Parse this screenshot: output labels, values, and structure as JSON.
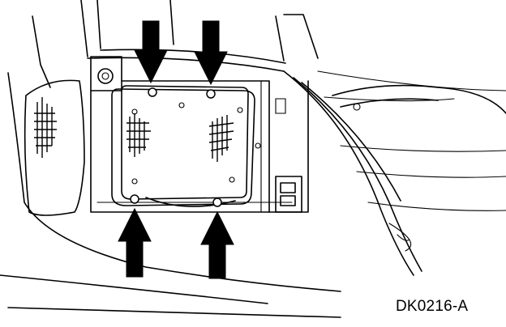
{
  "figure": {
    "caption": "DK0216-A",
    "arrows": [
      {
        "direction": "down",
        "target": "upper-left-fastener"
      },
      {
        "direction": "down",
        "target": "upper-right-fastener"
      },
      {
        "direction": "up",
        "target": "lower-left-fastener"
      },
      {
        "direction": "up",
        "target": "lower-right-fastener"
      }
    ],
    "colors": {
      "line": "#000000",
      "background": "#ffffff"
    }
  }
}
